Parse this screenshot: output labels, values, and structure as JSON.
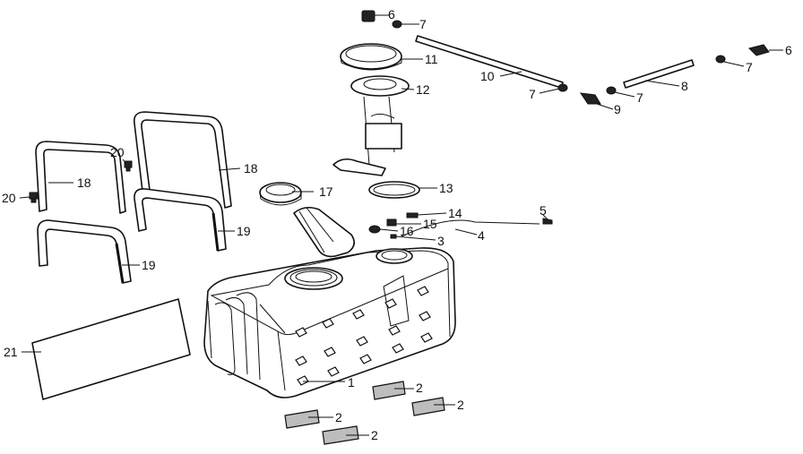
{
  "callouts": [
    "1",
    "2",
    "2",
    "2",
    "2",
    "3",
    "4",
    "5",
    "6",
    "6",
    "7",
    "7",
    "7",
    "7",
    "8",
    "9",
    "10",
    "11",
    "12",
    "13",
    "14",
    "15",
    "16",
    "17",
    "18",
    "18",
    "19",
    "19",
    "20",
    "20",
    "21"
  ]
}
